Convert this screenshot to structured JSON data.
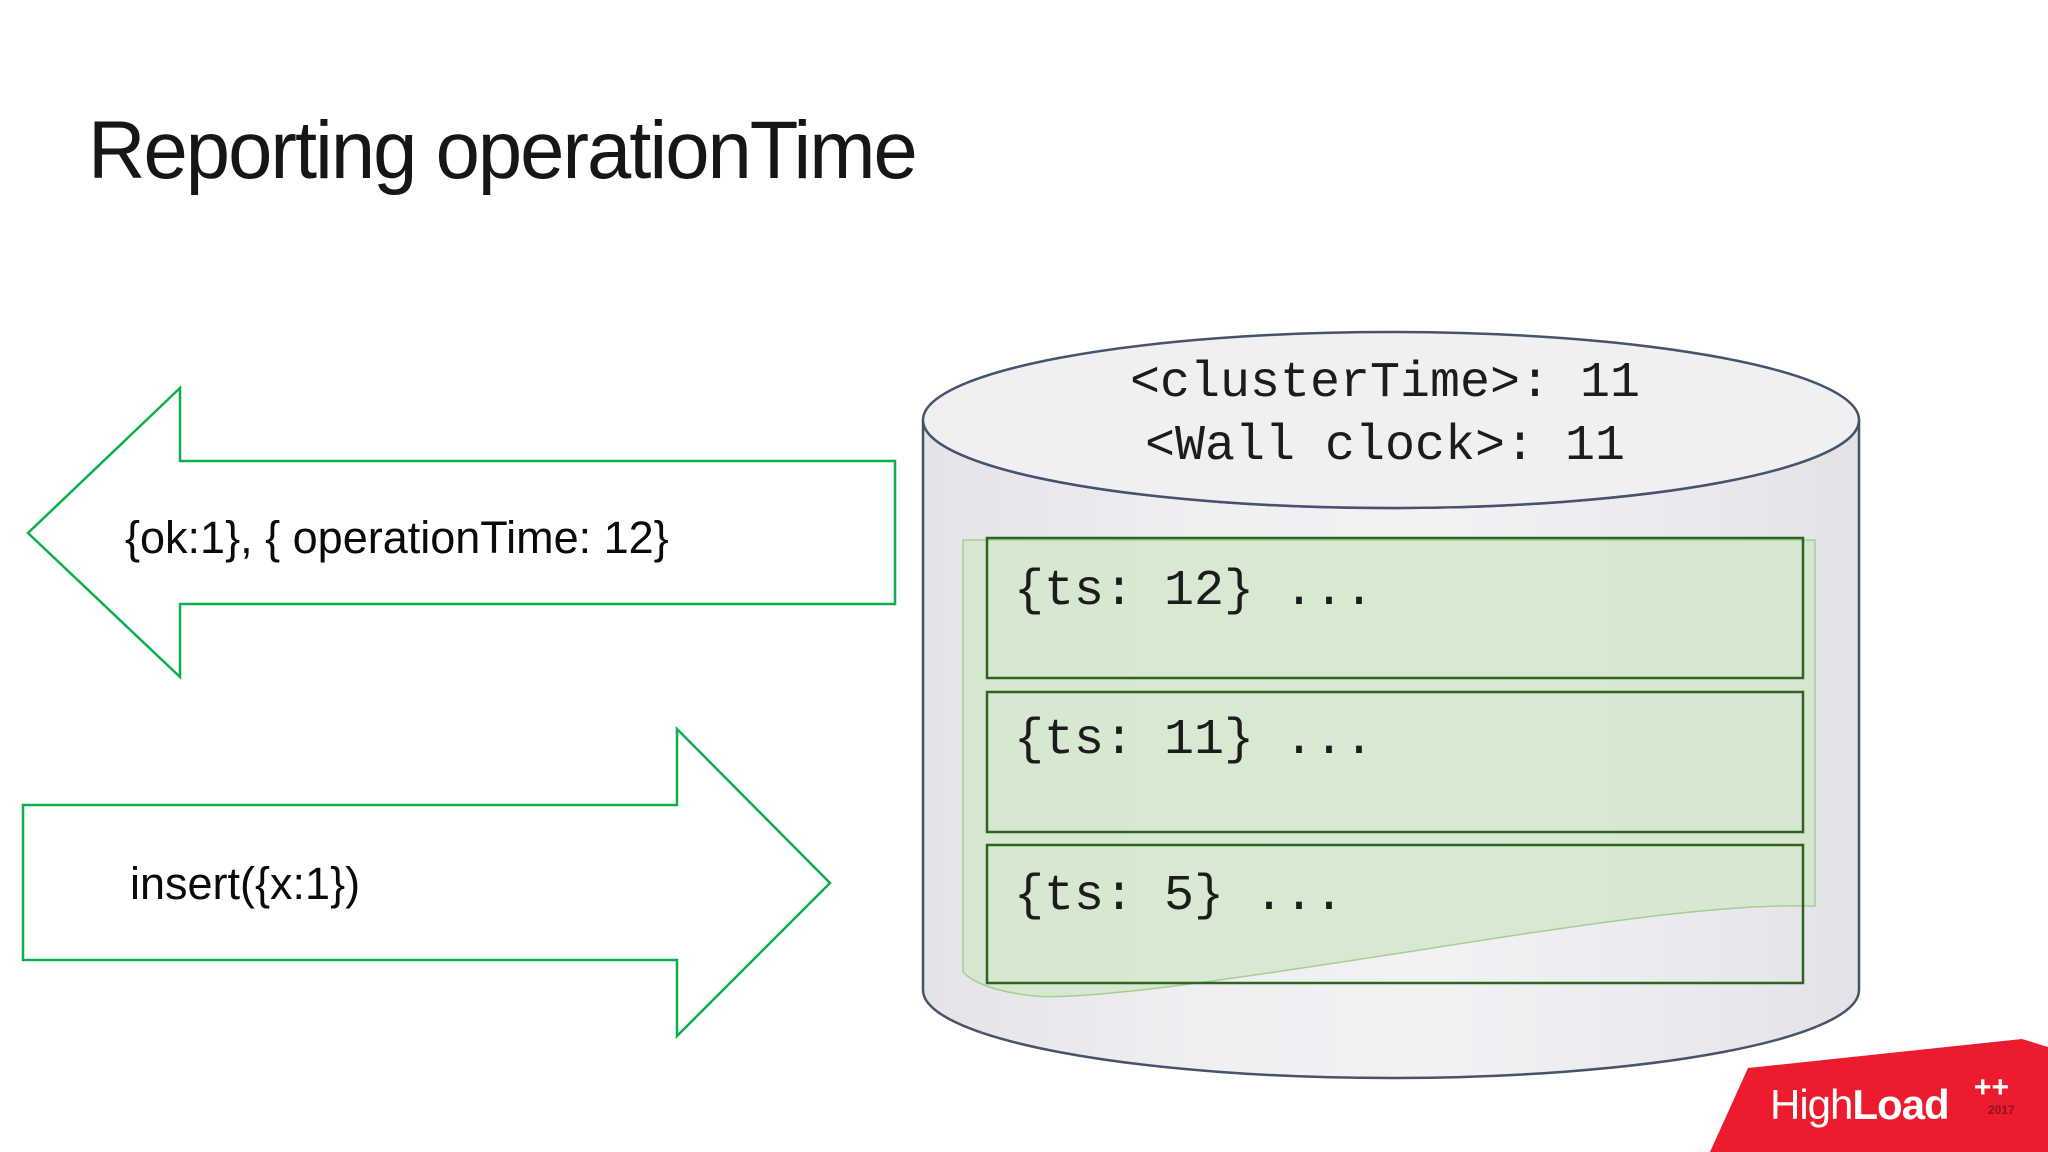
{
  "slide": {
    "title": "Reporting operationTime",
    "background": "#ffffff"
  },
  "flow": {
    "response_arrow": {
      "label": "{ok:1}, { operationTime: 12}",
      "direction": "left"
    },
    "request_arrow": {
      "label": "insert({x:1})",
      "direction": "right"
    }
  },
  "database": {
    "cluster_time": "<clusterTime>: 11",
    "wall_clock": "<Wall clock>: 11",
    "oplog_entries": [
      "{ts: 12} ...",
      "{ts: 11} ...",
      "{ts: 5} ..."
    ]
  },
  "logo": {
    "prefix": "High",
    "suffix": "Load",
    "superscript": "++",
    "year": "2017"
  },
  "colors": {
    "arrow_green": "#0fae4d",
    "box_border_green": "#2d6420",
    "panel_green": "#d4e7cb",
    "cylinder_fill": "#ededf0",
    "cylinder_outline": "#45536b",
    "logo_red": "#ec1b2d",
    "text": "#1c1c1c"
  }
}
